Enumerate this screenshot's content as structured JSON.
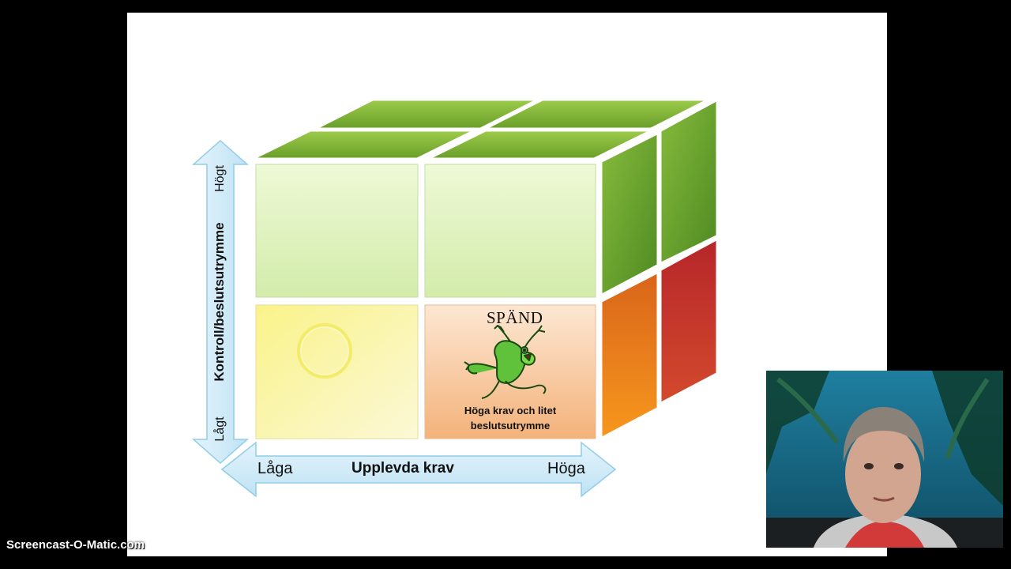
{
  "diagram": {
    "axis_x": {
      "title": "Upplevda krav",
      "low": "Låga",
      "high": "Höga"
    },
    "axis_y": {
      "title": "Kontroll/beslutsutrymme",
      "low": "Lågt",
      "high": "Högt"
    },
    "highlighted_quadrant": {
      "title": "SPÄND",
      "description": "Höga krav och litet beslutsutrymme"
    },
    "colors": {
      "green_top": "#8bbd3a",
      "green_side": "#6fa52c",
      "green_front": "#e6f7c4",
      "yellow_front": "#fbf6a2",
      "orange_front": "#f7c9a0",
      "orange_side": "#ee8a1c",
      "red_side": "#b82b25",
      "arrow_fill": "#cdeaf8",
      "arrow_stroke": "#8fcde8"
    }
  },
  "watermark": "Screencast-O-Matic.com"
}
